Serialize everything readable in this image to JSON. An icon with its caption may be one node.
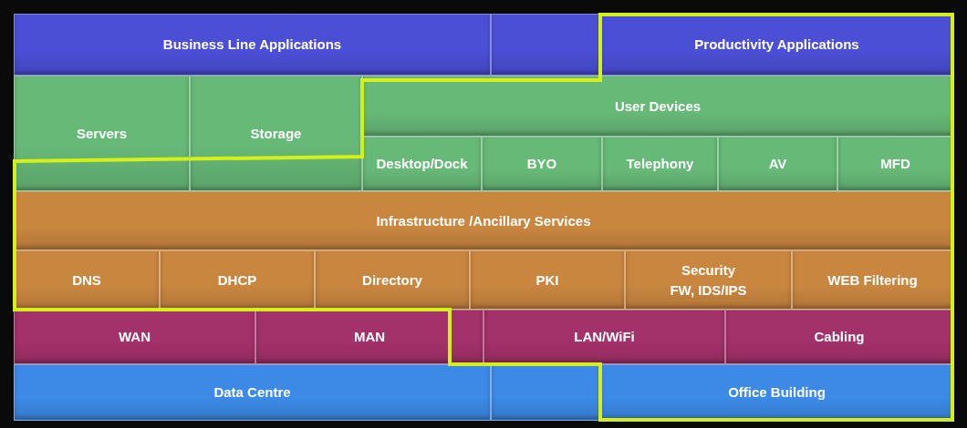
{
  "diagram": {
    "nodes": [
      {
        "text": [
          "Business Line Applications"
        ]
      },
      {
        "text": [],
        "shape": "box"
      },
      {
        "text": [
          "Productivity Applications"
        ]
      },
      {
        "text": [
          "Servers"
        ]
      },
      {
        "text": [
          "Storage"
        ]
      },
      {
        "text": [
          "User Devices"
        ]
      },
      {
        "text": [
          "Desktop/Dock"
        ]
      },
      {
        "text": [
          "BYO"
        ]
      },
      {
        "text": [
          "Telephony"
        ]
      },
      {
        "text": [
          "AV"
        ]
      },
      {
        "text": [
          "MFD"
        ]
      },
      {
        "text": [
          "Infrastructure /Ancillary Services"
        ]
      },
      {
        "text": [
          "DNS"
        ]
      },
      {
        "text": [
          "DHCP"
        ]
      },
      {
        "text": [
          "Directory"
        ]
      },
      {
        "text": [
          "PKI"
        ]
      },
      {
        "text": [
          "Security",
          "FW, IDS/IPS"
        ]
      },
      {
        "text": [
          "WEB Filtering"
        ]
      },
      {
        "text": [
          "WAN"
        ]
      },
      {
        "text": [
          "MAN"
        ]
      },
      {
        "text": [
          "LAN/WiFi"
        ]
      },
      {
        "text": [
          "Cabling"
        ]
      },
      {
        "text": [
          "Data Centre"
        ]
      },
      {
        "text": [],
        "shape": "box"
      },
      {
        "text": [
          "Office Building"
        ]
      }
    ]
  }
}
